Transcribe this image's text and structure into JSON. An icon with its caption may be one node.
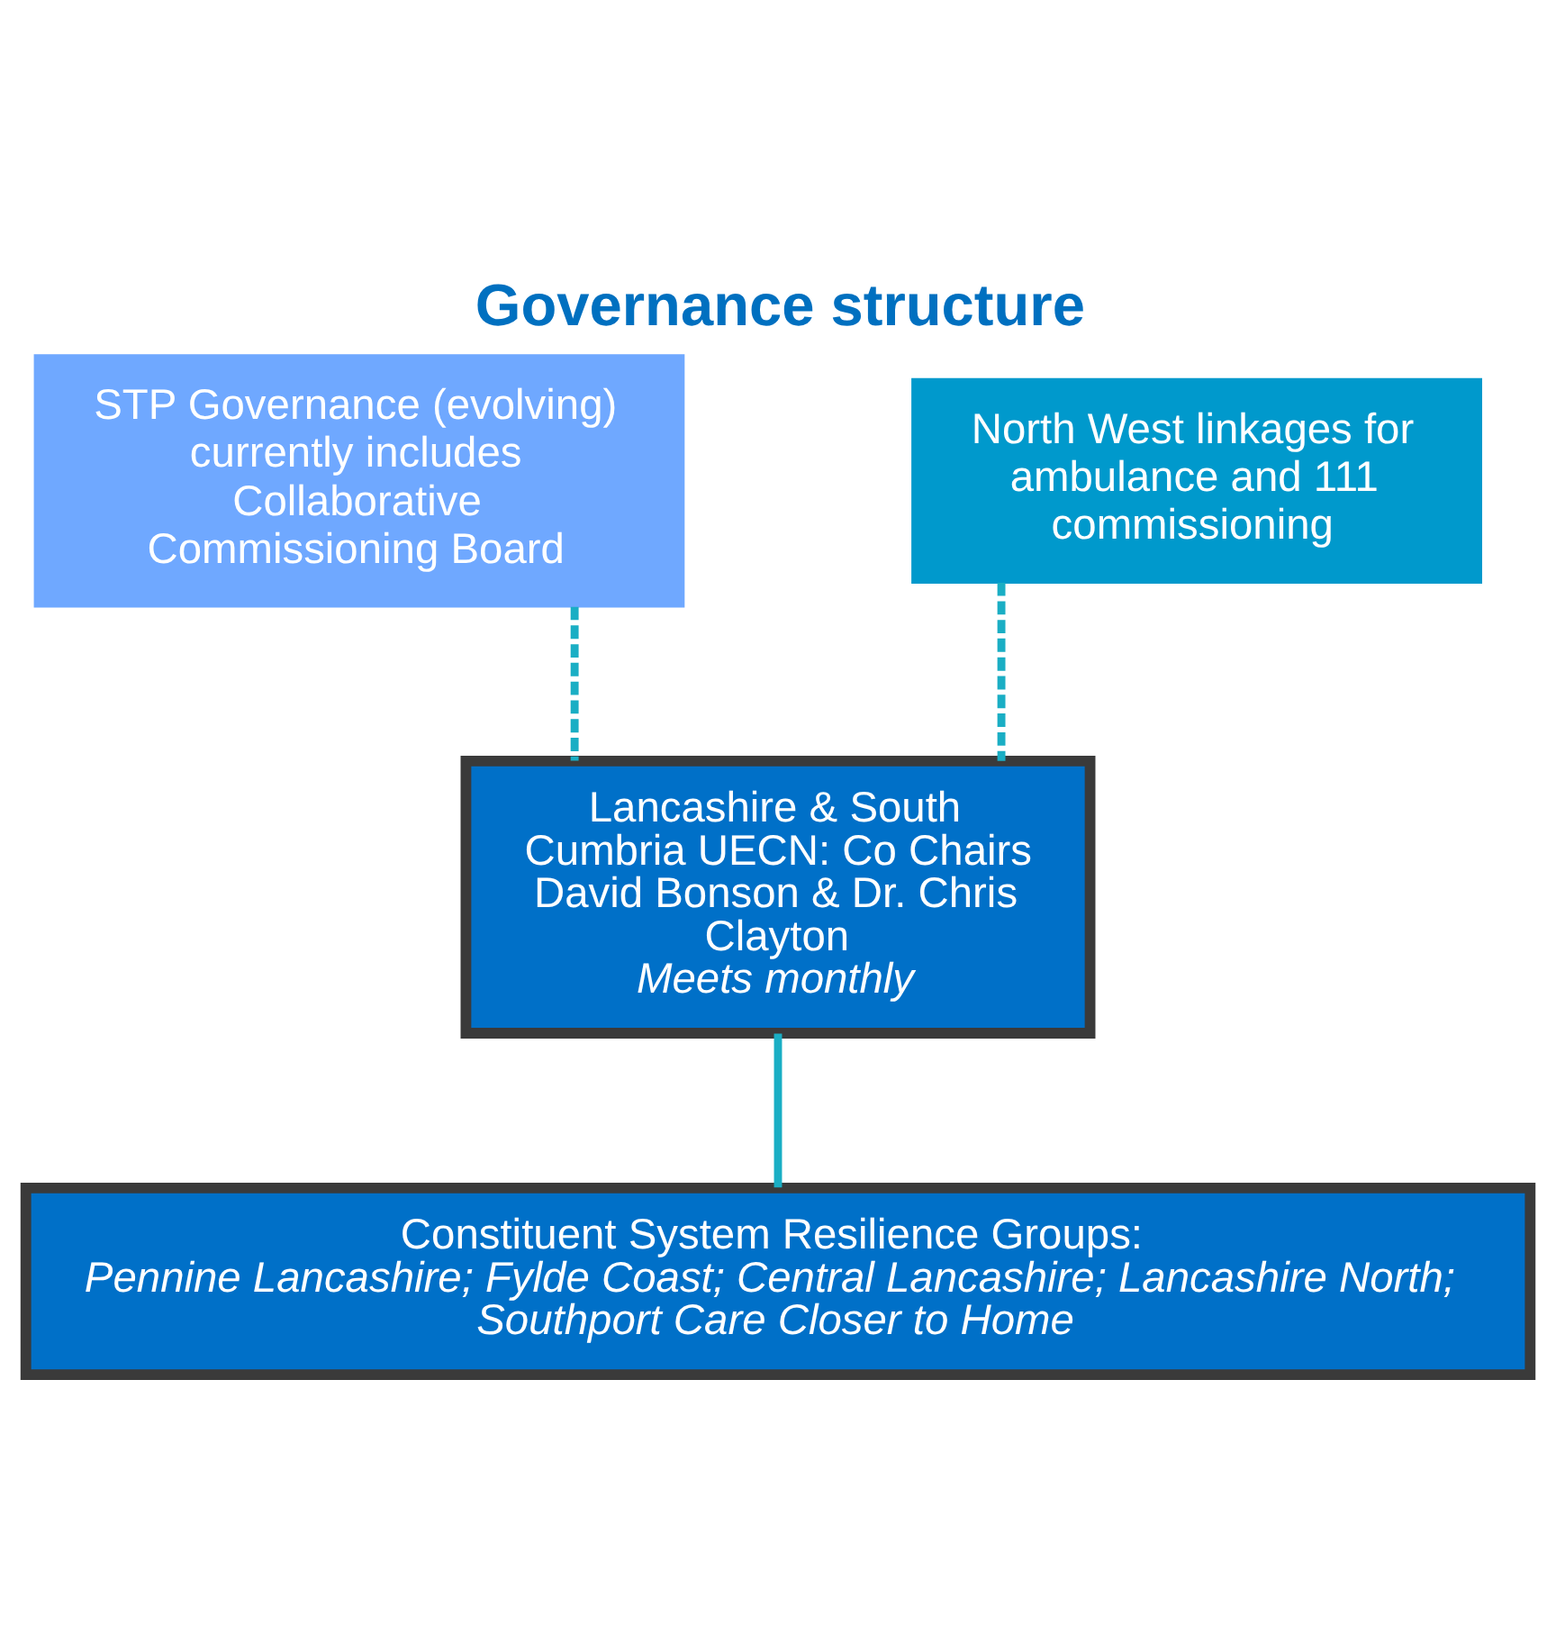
{
  "diagram": {
    "title": "Governance structure",
    "nodes": [
      {
        "text": [
          "STP Governance (evolving) currently includes Collaborative Commissioning Board"
        ]
      },
      {
        "text": [
          "North West linkages for ambulance and 111 commissioning"
        ]
      },
      {
        "text": [
          "Lancashire & South Cumbria UECN: Co Chairs David Bonson & Dr. Chris Clayton",
          "Meets monthly"
        ]
      },
      {
        "text": [
          "Constituent System Resilience Groups:",
          "Pennine Lancashire; Fylde Coast; Central Lancashire; Lancashire North; Southport Care Closer to Home"
        ]
      }
    ],
    "edges": [
      {
        "from": 0,
        "to": 2,
        "arrow": "none",
        "style": "dashed"
      },
      {
        "from": 1,
        "to": 2,
        "arrow": "none",
        "style": "dashed"
      },
      {
        "from": 2,
        "to": 3,
        "arrow": "none"
      }
    ]
  }
}
